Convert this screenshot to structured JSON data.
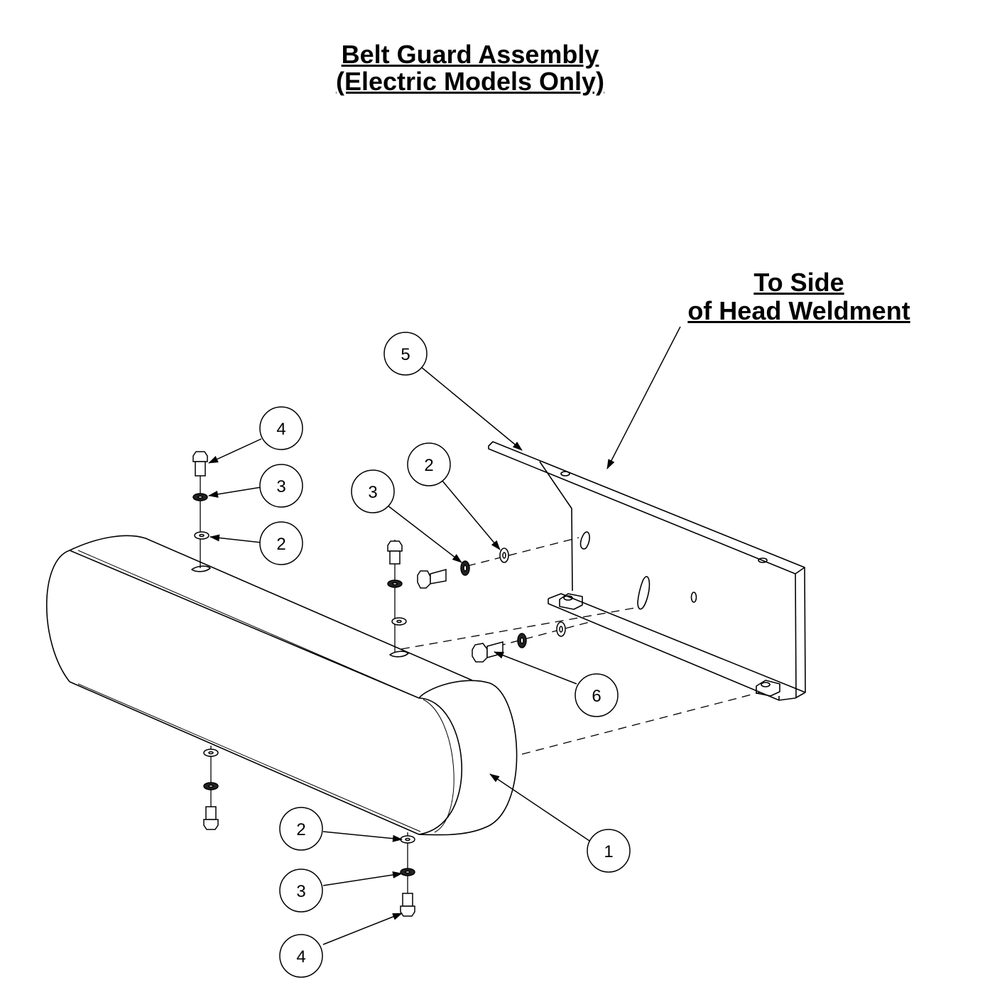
{
  "title": {
    "line1": "Belt Guard Assembly",
    "line2": "(Electric Models Only)"
  },
  "note": {
    "line1": "To Side",
    "line2": "of Head Weldment"
  },
  "callouts": [
    {
      "id": "callout-5",
      "label": "5"
    },
    {
      "id": "callout-4-top",
      "label": "4"
    },
    {
      "id": "callout-3-top",
      "label": "3"
    },
    {
      "id": "callout-2-top",
      "label": "2"
    },
    {
      "id": "callout-3-mid",
      "label": "3"
    },
    {
      "id": "callout-2-mid",
      "label": "2"
    },
    {
      "id": "callout-6",
      "label": "6"
    },
    {
      "id": "callout-1",
      "label": "1"
    },
    {
      "id": "callout-2-bottom",
      "label": "2"
    },
    {
      "id": "callout-3-bottom",
      "label": "3"
    },
    {
      "id": "callout-4-bottom",
      "label": "4"
    }
  ]
}
